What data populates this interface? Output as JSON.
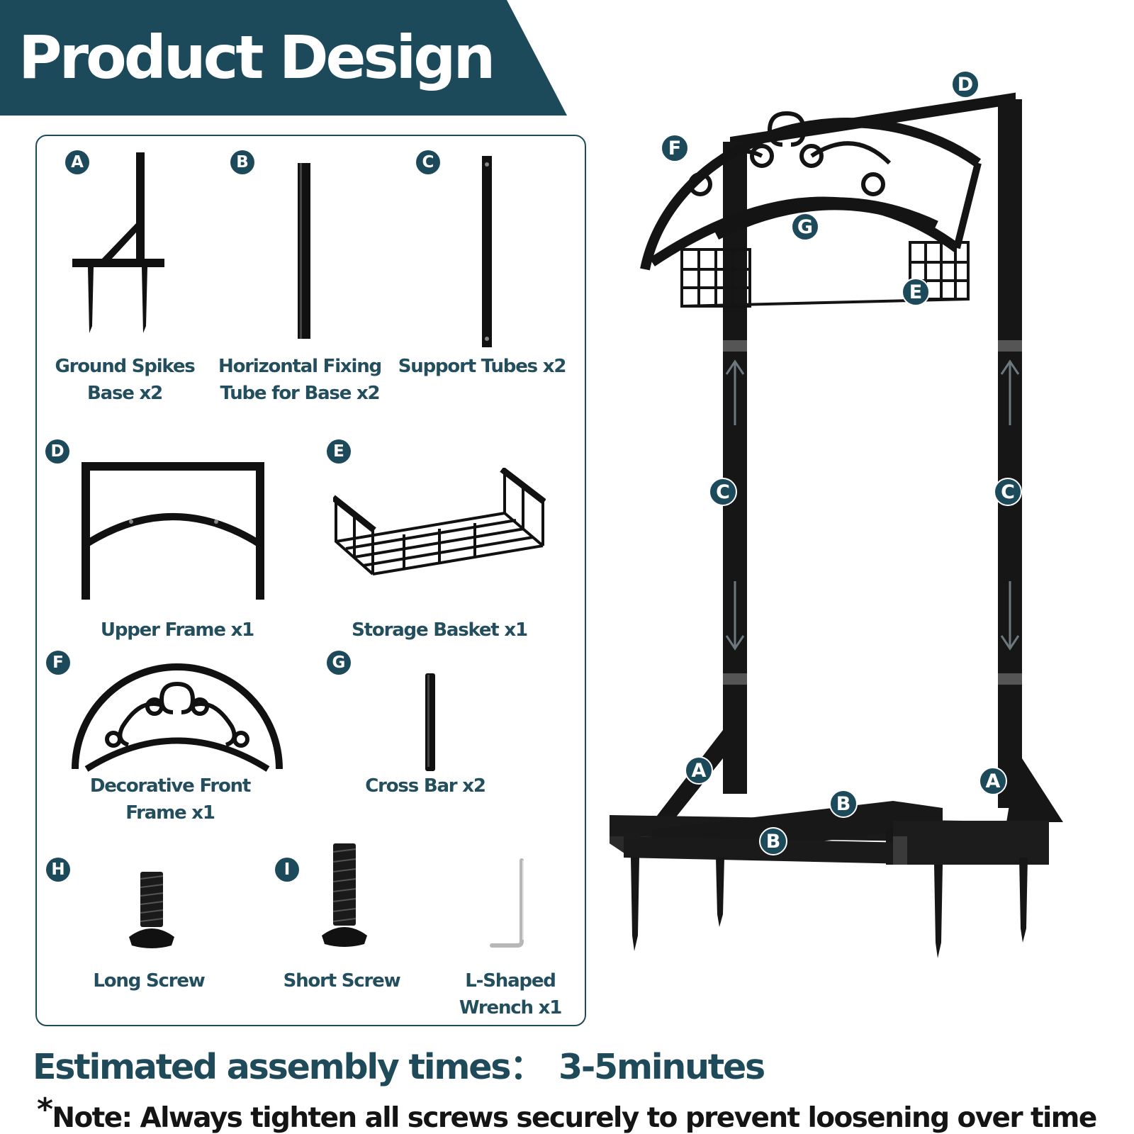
{
  "header": {
    "title": "Product Design"
  },
  "colors": {
    "accent": "#1d4a5a",
    "ink": "#141414",
    "label_text": "#234e5e"
  },
  "parts": [
    {
      "id": "A",
      "label": "Ground Spikes\nBase x2",
      "icon": "ground-spike-base"
    },
    {
      "id": "B",
      "label": "Horizontal Fixing\nTube for Base x2",
      "icon": "horizontal-tube"
    },
    {
      "id": "C",
      "label": "Support Tubes x2",
      "icon": "support-tube"
    },
    {
      "id": "D",
      "label": "Upper Frame x1",
      "icon": "upper-frame"
    },
    {
      "id": "E",
      "label": "Storage Basket x1",
      "icon": "storage-basket"
    },
    {
      "id": "F",
      "label": "Decorative Front\nFrame x1",
      "icon": "decorative-arch"
    },
    {
      "id": "G",
      "label": "Cross Bar x2",
      "icon": "cross-bar"
    },
    {
      "id": "H",
      "label": "Long Screw",
      "icon": "screw"
    },
    {
      "id": "I",
      "label": "Short Screw",
      "icon": "screw"
    },
    {
      "id": "",
      "label": "L-Shaped\nWrench x1",
      "icon": "allen-wrench"
    }
  ],
  "assembly_labels": {
    "a": "A",
    "b": "B",
    "c": "C",
    "d": "D",
    "e": "E",
    "f": "F",
    "g": "G"
  },
  "footer": {
    "time_label": "Estimated assembly times：",
    "time_value": "3-5minutes",
    "note_star": "*",
    "note": "Note: Always tighten all screws securely to prevent loosening over time"
  }
}
